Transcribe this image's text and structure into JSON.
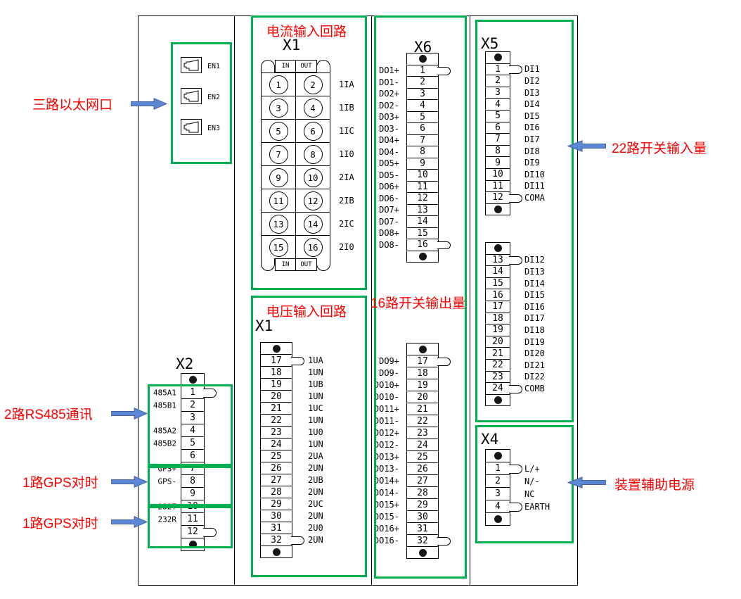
{
  "colors": {
    "green": "#00B050",
    "red": "#FF0000",
    "arrow_fill": "#5B87D5",
    "arrow_stroke": "#41639E"
  },
  "annotations": {
    "ethernet": "三路以太网口",
    "rs485": "2路RS485通讯",
    "gps1": "1路GPS对时",
    "gps2": "1路GPS对时",
    "di": "22路开关输入量",
    "do": "16路开关输出量",
    "power": "装置辅助电源"
  },
  "ethernet_ports": [
    "EN1",
    "EN2",
    "EN3"
  ],
  "current_input": {
    "title": "电流输入回路",
    "connector": "X1",
    "header_in": "IN",
    "header_out": "OUT",
    "rows": [
      {
        "in": "1",
        "out": "2",
        "label": "1IA"
      },
      {
        "in": "3",
        "out": "4",
        "label": "1IB"
      },
      {
        "in": "5",
        "out": "6",
        "label": "1IC"
      },
      {
        "in": "7",
        "out": "8",
        "label": "1I0"
      },
      {
        "in": "9",
        "out": "10",
        "label": "2IA"
      },
      {
        "in": "11",
        "out": "12",
        "label": "2IB"
      },
      {
        "in": "13",
        "out": "14",
        "label": "2IC"
      },
      {
        "in": "15",
        "out": "16",
        "label": "2I0"
      }
    ]
  },
  "voltage_input": {
    "title": "电压输入回路",
    "connector": "X1",
    "terminals": [
      {
        "n": "17",
        "label": "1UA",
        "tab": true
      },
      {
        "n": "18",
        "label": "1UN"
      },
      {
        "n": "19",
        "label": "1UB"
      },
      {
        "n": "20",
        "label": "1UN"
      },
      {
        "n": "21",
        "label": "1UC"
      },
      {
        "n": "22",
        "label": "1UN"
      },
      {
        "n": "23",
        "label": "1U0"
      },
      {
        "n": "24",
        "label": "1UN"
      },
      {
        "n": "25",
        "label": "2UA"
      },
      {
        "n": "26",
        "label": "2UN"
      },
      {
        "n": "27",
        "label": "2UB"
      },
      {
        "n": "28",
        "label": "2UN"
      },
      {
        "n": "29",
        "label": "2UC"
      },
      {
        "n": "30",
        "label": "2UN"
      },
      {
        "n": "31",
        "label": "2U0"
      },
      {
        "n": "32",
        "label": "2UN",
        "tab": true
      }
    ]
  },
  "x2": {
    "label": "X2",
    "terminals": [
      {
        "n": "1",
        "label": "485A1",
        "tab": true
      },
      {
        "n": "2",
        "label": "485B1"
      },
      {
        "n": "3",
        "label": ""
      },
      {
        "n": "4",
        "label": "485A2"
      },
      {
        "n": "5",
        "label": "485B2"
      },
      {
        "n": "6",
        "label": ""
      },
      {
        "n": "7",
        "label": "GPS+"
      },
      {
        "n": "8",
        "label": "GPS-"
      },
      {
        "n": "9",
        "label": ""
      },
      {
        "n": "10",
        "label": "232T"
      },
      {
        "n": "11",
        "label": "232R"
      },
      {
        "n": "12",
        "label": "",
        "tab": true
      }
    ]
  },
  "x6": {
    "label": "X6",
    "upper": [
      {
        "n": "1",
        "label": "DO1+",
        "tab": true
      },
      {
        "n": "2",
        "label": "DO1-"
      },
      {
        "n": "3",
        "label": "DO2+"
      },
      {
        "n": "4",
        "label": "DO2-"
      },
      {
        "n": "5",
        "label": "DO3+"
      },
      {
        "n": "6",
        "label": "DO3-"
      },
      {
        "n": "7",
        "label": "DO4+"
      },
      {
        "n": "8",
        "label": "DO4-"
      },
      {
        "n": "9",
        "label": "DO5+"
      },
      {
        "n": "10",
        "label": "DO5-"
      },
      {
        "n": "11",
        "label": "DO6+"
      },
      {
        "n": "12",
        "label": "DO6-"
      },
      {
        "n": "13",
        "label": "DO7+"
      },
      {
        "n": "14",
        "label": "DO7-"
      },
      {
        "n": "15",
        "label": "DO8+"
      },
      {
        "n": "16",
        "label": "DO8-",
        "tab": true
      }
    ],
    "lower": [
      {
        "n": "17",
        "label": "DO9+",
        "tab": true
      },
      {
        "n": "18",
        "label": "DO9-"
      },
      {
        "n": "19",
        "label": "DO10+"
      },
      {
        "n": "20",
        "label": "DO10-"
      },
      {
        "n": "21",
        "label": "DO11+"
      },
      {
        "n": "22",
        "label": "DO11-"
      },
      {
        "n": "23",
        "label": "DO12+"
      },
      {
        "n": "24",
        "label": "DO12-"
      },
      {
        "n": "25",
        "label": "DO13+"
      },
      {
        "n": "26",
        "label": "DO13-"
      },
      {
        "n": "27",
        "label": "DO14+"
      },
      {
        "n": "28",
        "label": "DO14-"
      },
      {
        "n": "29",
        "label": "DO15+"
      },
      {
        "n": "30",
        "label": "DO15-"
      },
      {
        "n": "31",
        "label": "DO16+"
      },
      {
        "n": "32",
        "label": "DO16-",
        "tab": true
      }
    ]
  },
  "x5": {
    "label": "X5",
    "upper": [
      {
        "n": "1",
        "label": "DI1",
        "tab": true
      },
      {
        "n": "2",
        "label": "DI2"
      },
      {
        "n": "3",
        "label": "DI3"
      },
      {
        "n": "4",
        "label": "DI4"
      },
      {
        "n": "5",
        "label": "DI5"
      },
      {
        "n": "6",
        "label": "DI6"
      },
      {
        "n": "7",
        "label": "DI7"
      },
      {
        "n": "8",
        "label": "DI8"
      },
      {
        "n": "9",
        "label": "DI9"
      },
      {
        "n": "10",
        "label": "DI10"
      },
      {
        "n": "11",
        "label": "DI11"
      },
      {
        "n": "12",
        "label": "COMA",
        "tab": true
      }
    ],
    "lower": [
      {
        "n": "13",
        "label": "DI12",
        "tab": true
      },
      {
        "n": "14",
        "label": "DI13"
      },
      {
        "n": "15",
        "label": "DI14"
      },
      {
        "n": "16",
        "label": "DI15"
      },
      {
        "n": "17",
        "label": "DI16"
      },
      {
        "n": "18",
        "label": "DI17"
      },
      {
        "n": "19",
        "label": "DI18"
      },
      {
        "n": "20",
        "label": "DI19"
      },
      {
        "n": "21",
        "label": "DI20"
      },
      {
        "n": "22",
        "label": "DI21"
      },
      {
        "n": "23",
        "label": "DI22"
      },
      {
        "n": "24",
        "label": "COMB",
        "tab": true
      }
    ]
  },
  "x4": {
    "label": "X4",
    "terminals": [
      {
        "n": "1",
        "label": "L/+",
        "tab": true
      },
      {
        "n": "2",
        "label": "N/-"
      },
      {
        "n": "3",
        "label": "NC"
      },
      {
        "n": "4",
        "label": "EARTH",
        "tab": true
      }
    ]
  }
}
